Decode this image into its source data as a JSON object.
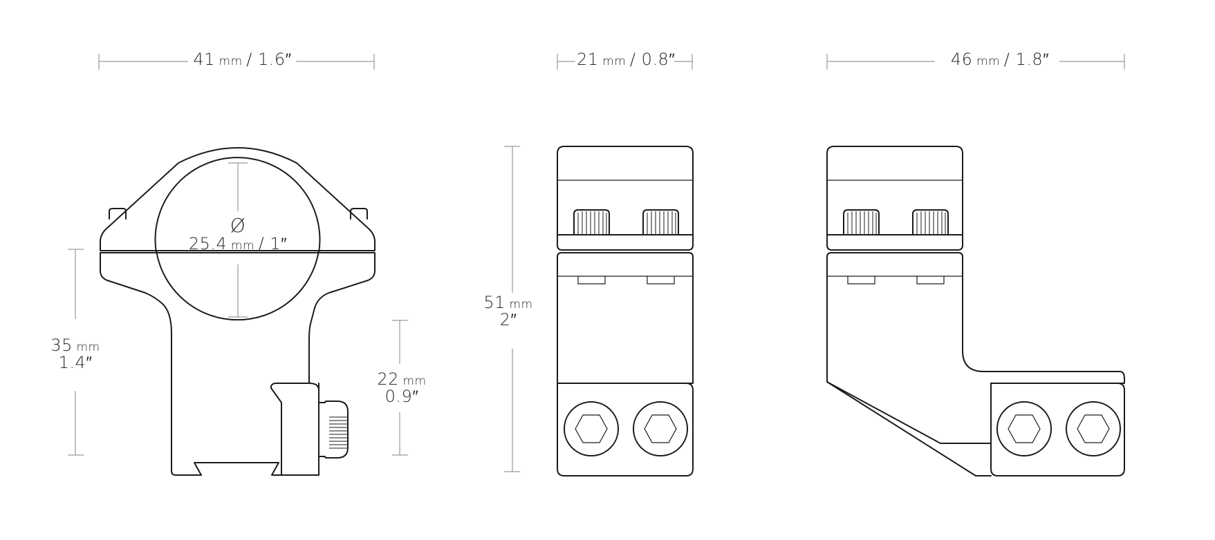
{
  "colors": {
    "line": "#1a1a1a",
    "dimension": "#9a9a9a",
    "background": "#ffffff"
  },
  "dimensions": {
    "front_width": {
      "value": "41",
      "unit": "mm",
      "imperial": "/ 1.6″"
    },
    "side_width": {
      "value": "21",
      "unit": "mm",
      "imperial": "/ 0.8″"
    },
    "offset_width": {
      "value": "46",
      "unit": "mm",
      "imperial": "/ 1.8″"
    },
    "tube_diameter": {
      "symbol": "Ø",
      "value": "25.4",
      "unit": "mm",
      "imperial": "/ 1″"
    },
    "center_height": {
      "value": "35",
      "unit": "mm",
      "imperial": "1.4″"
    },
    "base_height": {
      "value": "22",
      "unit": "mm",
      "imperial": "0.9″"
    },
    "total_height": {
      "value": "51",
      "unit": "mm",
      "imperial": "2″"
    }
  }
}
